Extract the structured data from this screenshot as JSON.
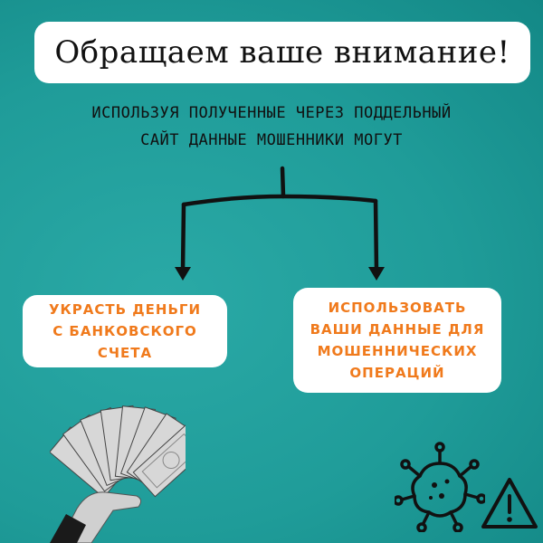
{
  "title": "Обращаем ваше внимание!",
  "subtitle_lines": [
    "ИСПОЛЬЗУЯ ПОЛУЧЕННЫЕ ЧЕРЕЗ ПОДДЕЛЬНЫЙ",
    "САЙТ ДАННЫЕ МОШЕННИКИ МОГУТ"
  ],
  "options": {
    "left": {
      "lines": [
        "украсть деньги",
        "с банковского",
        "счета"
      ]
    },
    "right": {
      "lines": [
        "использовать",
        "ваши данные для",
        "мошеннических",
        "операций"
      ]
    }
  },
  "colors": {
    "background": "#1f9c99",
    "accent": "#f07a1c",
    "text": "#111111",
    "box": "#ffffff"
  },
  "icons": [
    "money-hand-icon",
    "virus-icon",
    "warning-icon"
  ]
}
